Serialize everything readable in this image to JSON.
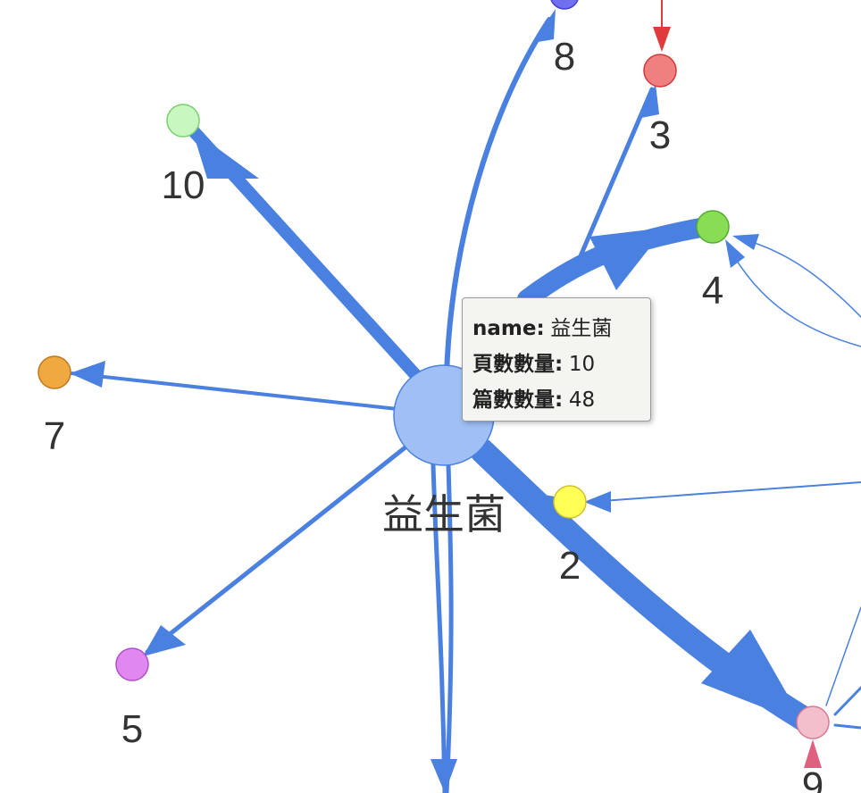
{
  "graph": {
    "center": {
      "label": "益生菌",
      "color": "#a0bff5",
      "stroke": "#4a80e0"
    },
    "nodes": [
      {
        "id": "8",
        "label": "8",
        "color": "#6f6ff0",
        "stroke": "#3f3fd0"
      },
      {
        "id": "3",
        "label": "3",
        "color": "#f08080",
        "stroke": "#d03838"
      },
      {
        "id": "4",
        "label": "4",
        "color": "#88dd55",
        "stroke": "#55aa33"
      },
      {
        "id": "10",
        "label": "10",
        "color": "#c8f8c0",
        "stroke": "#7ad070"
      },
      {
        "id": "7",
        "label": "7",
        "color": "#f0a840",
        "stroke": "#c07820"
      },
      {
        "id": "2",
        "label": "2",
        "color": "#ffff55",
        "stroke": "#d0c030"
      },
      {
        "id": "5",
        "label": "5",
        "color": "#e088f0",
        "stroke": "#b050c8"
      },
      {
        "id": "9",
        "label": "9",
        "color": "#f4bfcc",
        "stroke": "#d87890"
      }
    ],
    "edge_color": "#4a80e0"
  },
  "tooltip": {
    "name_key": "name:",
    "name_value": "益生菌",
    "pages_key": "頁數數量:",
    "pages_value": "10",
    "articles_key": "篇數數量:",
    "articles_value": "48"
  }
}
